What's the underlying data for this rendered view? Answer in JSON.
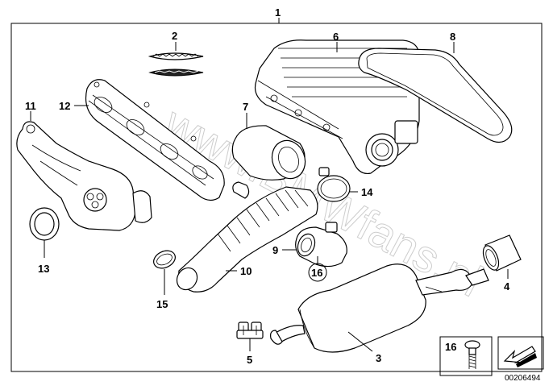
{
  "diagram": {
    "watermark": "www.BMWfans.pl",
    "reference_code": "00206494",
    "callouts": [
      {
        "id": "1",
        "label": "1"
      },
      {
        "id": "2",
        "label": "2"
      },
      {
        "id": "3",
        "label": "3"
      },
      {
        "id": "4",
        "label": "4"
      },
      {
        "id": "5",
        "label": "5"
      },
      {
        "id": "6",
        "label": "6"
      },
      {
        "id": "7",
        "label": "7"
      },
      {
        "id": "8",
        "label": "8"
      },
      {
        "id": "9",
        "label": "9"
      },
      {
        "id": "10",
        "label": "10"
      },
      {
        "id": "11",
        "label": "11"
      },
      {
        "id": "12",
        "label": "12"
      },
      {
        "id": "13",
        "label": "13"
      },
      {
        "id": "14",
        "label": "14"
      },
      {
        "id": "15",
        "label": "15"
      },
      {
        "id": "16a",
        "label": "16"
      },
      {
        "id": "16b",
        "label": "16"
      }
    ]
  }
}
